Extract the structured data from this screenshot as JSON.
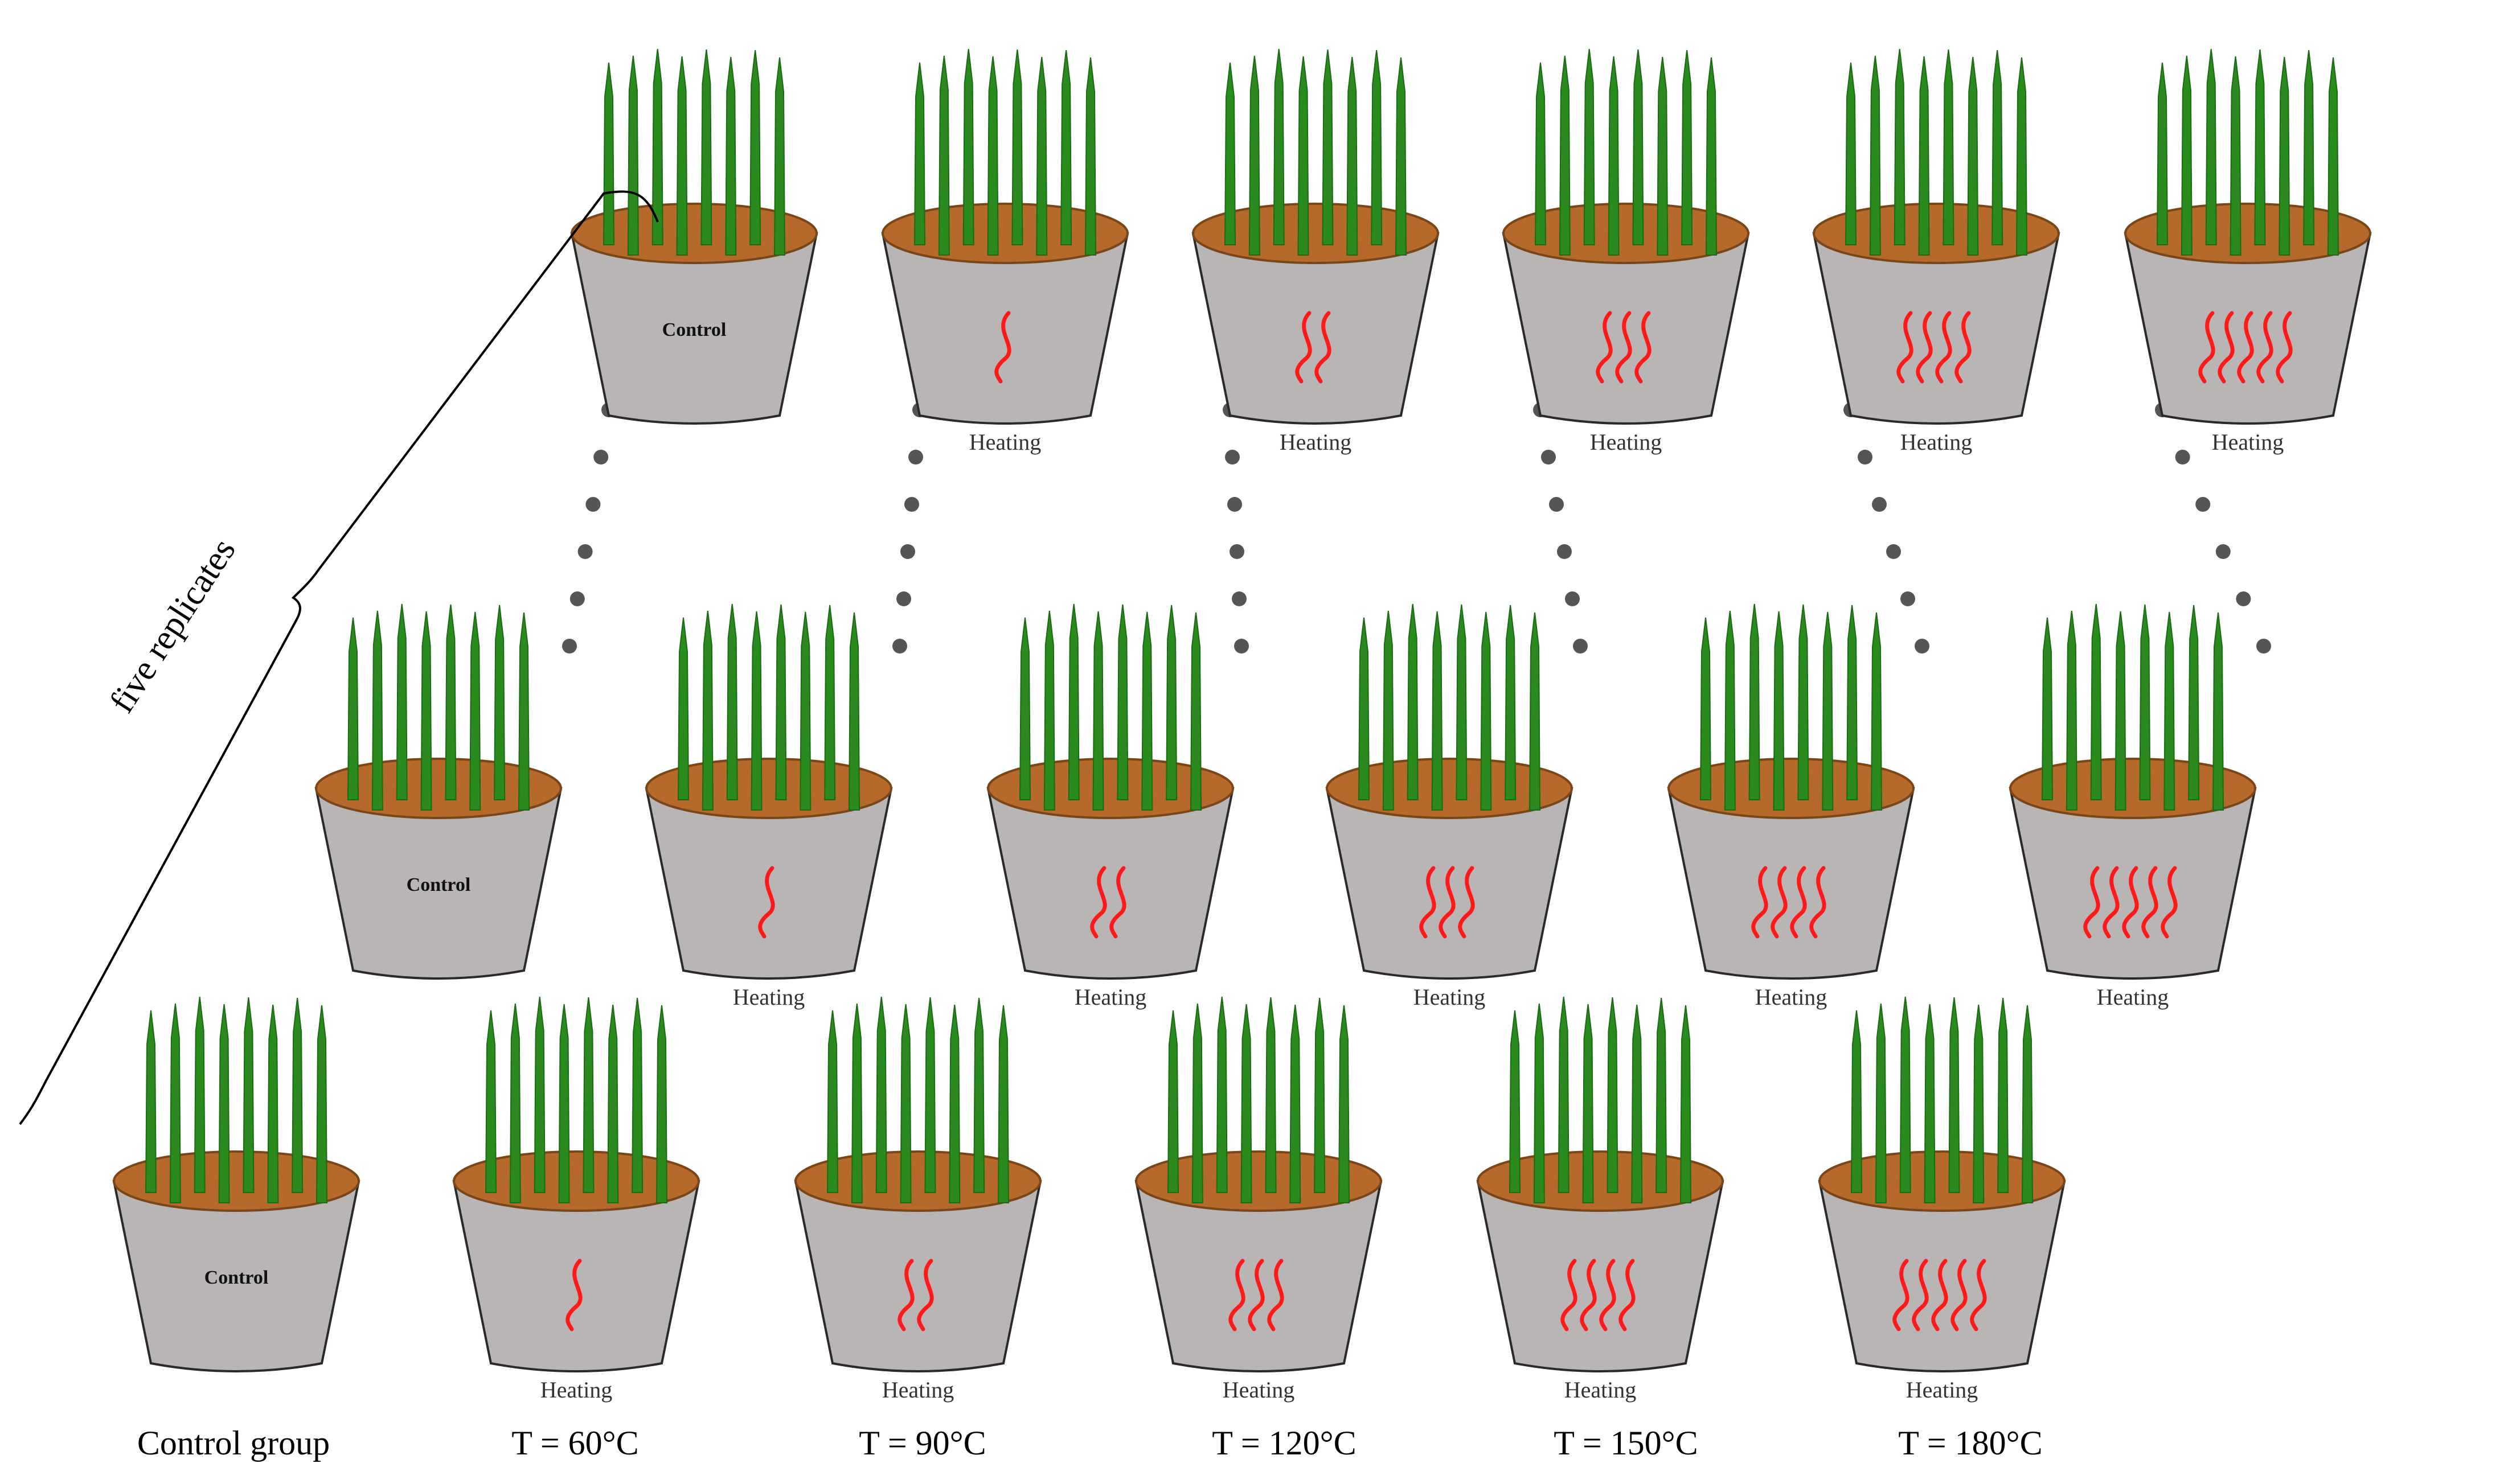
{
  "brace_label": "five replicates",
  "control_text": "Control",
  "heating_text": "Heating",
  "columns": [
    {
      "id": "control",
      "label": "Control group",
      "waves": 0
    },
    {
      "id": "t60",
      "label": "T = 60°C",
      "waves": 1
    },
    {
      "id": "t90",
      "label": "T = 90°C",
      "waves": 2
    },
    {
      "id": "t120",
      "label": "T = 120°C",
      "waves": 3
    },
    {
      "id": "t150",
      "label": "T = 150°C",
      "waves": 4
    },
    {
      "id": "t180",
      "label": "T = 180°C",
      "waves": 5
    }
  ],
  "rows_shown": 3,
  "colors": {
    "grass": "#2a8a1e",
    "grass_dark": "#1b6b14",
    "soil": "#b5692b",
    "soil_edge": "#7a4517",
    "pot": "#b8b5b4",
    "pot_edge": "#2a2a2a",
    "heat": "#ff1a1a",
    "dot": "#555555"
  }
}
